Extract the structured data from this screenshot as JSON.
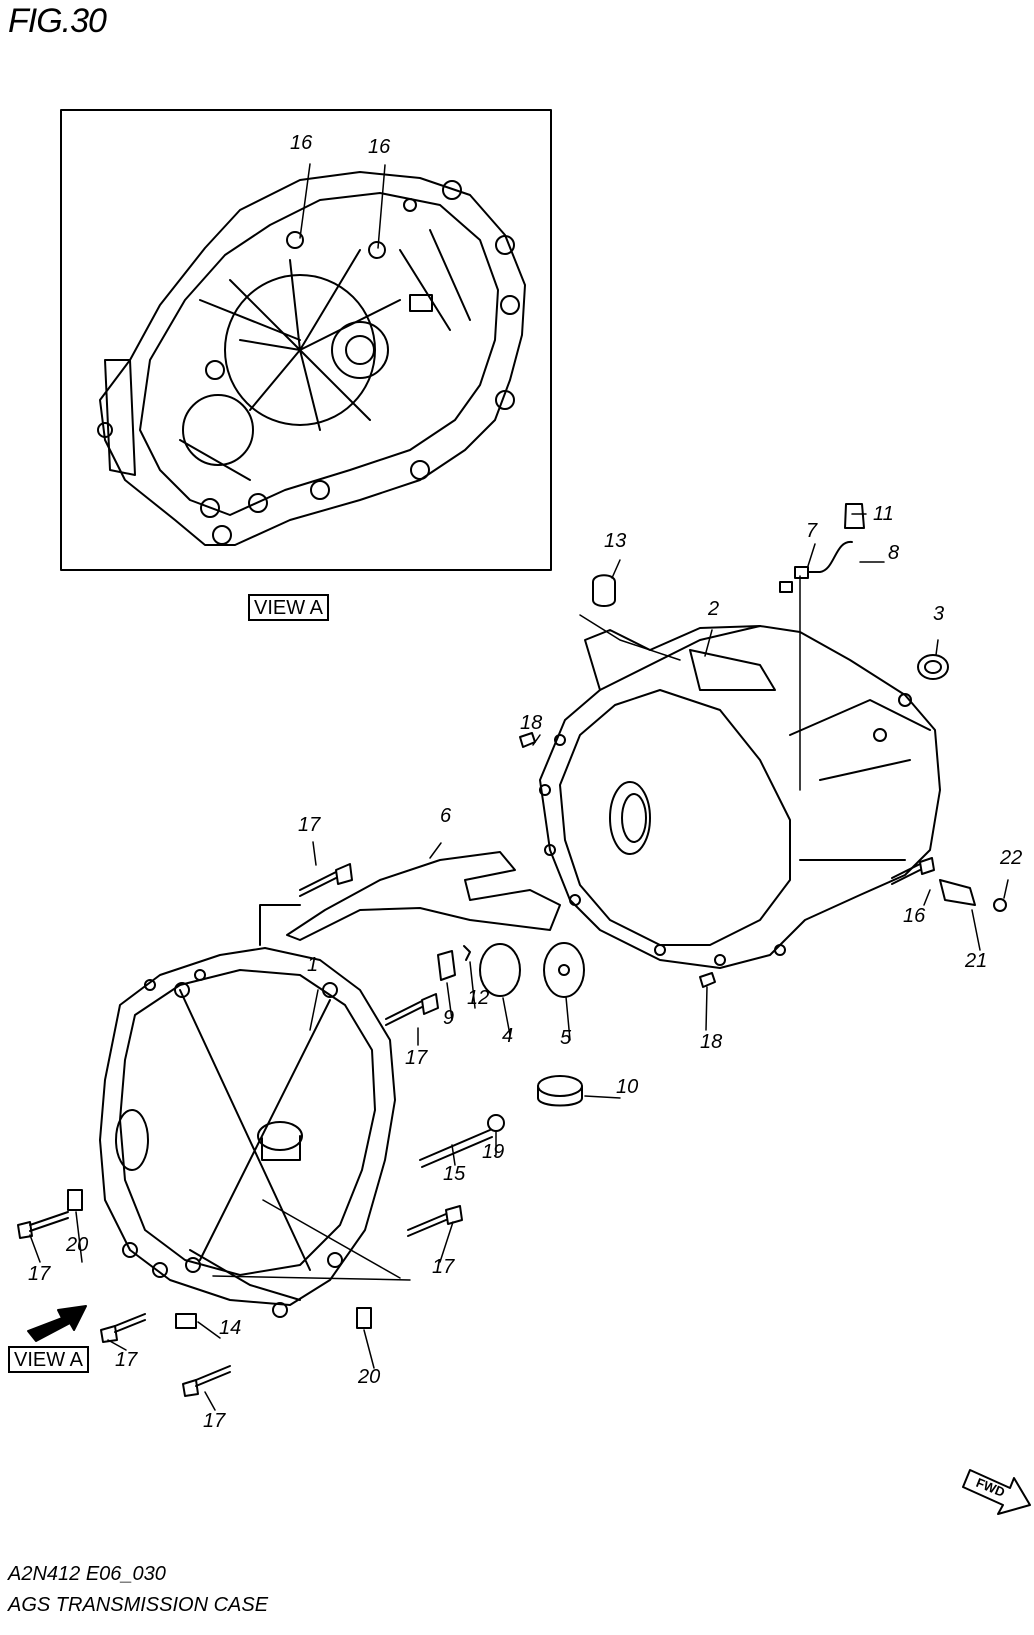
{
  "figure": {
    "title": "FIG.30"
  },
  "footer": {
    "code": "A2N412 E06_030",
    "caption": "AGS TRANSMISSION CASE"
  },
  "view_labels": {
    "inset": "VIEW A",
    "arrow": "VIEW A"
  },
  "fwd_label": "FWD",
  "callouts": {
    "c1": "1",
    "c2": "2",
    "c3": "3",
    "c4": "4",
    "c5": "5",
    "c6": "6",
    "c7": "7",
    "c8": "8",
    "c9": "9",
    "c10": "10",
    "c11": "11",
    "c12": "12",
    "c13": "13",
    "c14": "14",
    "c15": "15",
    "c16a": "16",
    "c16b": "16",
    "c16c": "16",
    "c17a": "17",
    "c17b": "17",
    "c17c": "17",
    "c17d": "17",
    "c17e": "17",
    "c17f": "17",
    "c18a": "18",
    "c18b": "18",
    "c19": "19",
    "c20a": "20",
    "c20b": "20",
    "c21": "21",
    "c22": "22"
  }
}
